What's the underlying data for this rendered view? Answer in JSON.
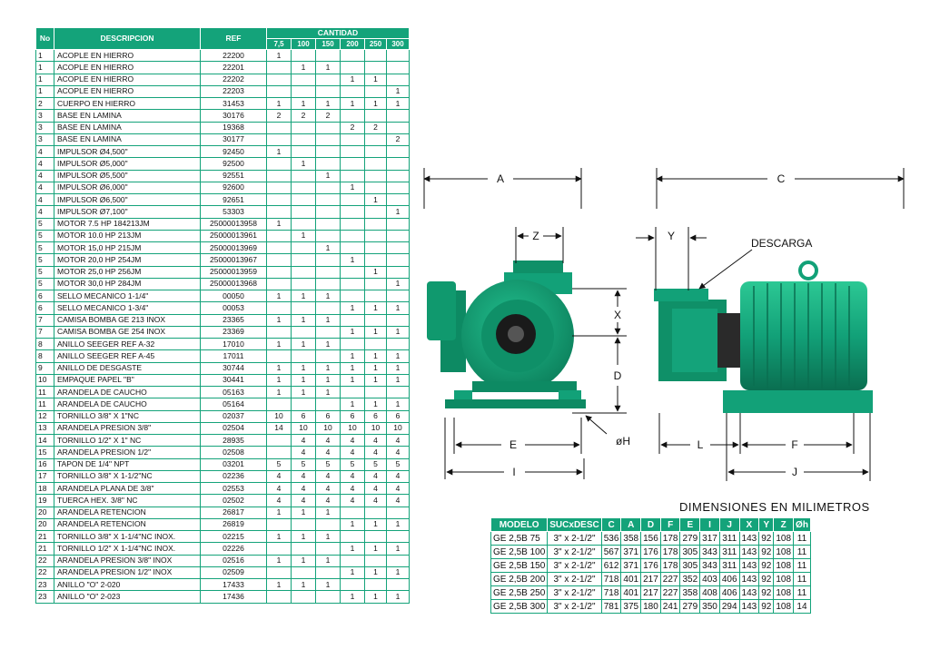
{
  "parts_table": {
    "headers": {
      "no": "No",
      "descripcion": "DESCRIPCION",
      "ref": "REF",
      "cantidad": "CANTIDAD",
      "sizes": [
        "7,5",
        "100",
        "150",
        "200",
        "250",
        "300"
      ]
    },
    "rows": [
      {
        "no": "1",
        "desc": "ACOPLE EN HIERRO",
        "ref": "22200",
        "q": [
          "1",
          "",
          "",
          "",
          "",
          ""
        ]
      },
      {
        "no": "1",
        "desc": "ACOPLE EN HIERRO",
        "ref": "22201",
        "q": [
          "",
          "1",
          "1",
          "",
          "",
          ""
        ]
      },
      {
        "no": "1",
        "desc": "ACOPLE EN HIERRO",
        "ref": "22202",
        "q": [
          "",
          "",
          "",
          "1",
          "1",
          ""
        ]
      },
      {
        "no": "1",
        "desc": "ACOPLE EN HIERRO",
        "ref": "22203",
        "q": [
          "",
          "",
          "",
          "",
          "",
          "1"
        ]
      },
      {
        "no": "2",
        "desc": "CUERPO EN HIERRO",
        "ref": "31453",
        "q": [
          "1",
          "1",
          "1",
          "1",
          "1",
          "1"
        ]
      },
      {
        "no": "3",
        "desc": "BASE EN LAMINA",
        "ref": "30176",
        "q": [
          "2",
          "2",
          "2",
          "",
          "",
          ""
        ]
      },
      {
        "no": "3",
        "desc": "BASE EN LAMINA",
        "ref": "19368",
        "q": [
          "",
          "",
          "",
          "2",
          "2",
          ""
        ]
      },
      {
        "no": "3",
        "desc": "BASE EN LAMINA",
        "ref": "30177",
        "q": [
          "",
          "",
          "",
          "",
          "",
          "2"
        ]
      },
      {
        "no": "4",
        "desc": "IMPULSOR ø4,500\"",
        "ref": "92450",
        "q": [
          "1",
          "",
          "",
          "",
          "",
          ""
        ]
      },
      {
        "no": "4",
        "desc": "IMPULSOR ø5,000\"",
        "ref": "92500",
        "q": [
          "",
          "1",
          "",
          "",
          "",
          ""
        ]
      },
      {
        "no": "4",
        "desc": "IMPULSOR ø5,500\"",
        "ref": "92551",
        "q": [
          "",
          "",
          "1",
          "",
          "",
          ""
        ]
      },
      {
        "no": "4",
        "desc": "IMPULSOR ø6,000\"",
        "ref": "92600",
        "q": [
          "",
          "",
          "",
          "1",
          "",
          ""
        ]
      },
      {
        "no": "4",
        "desc": "IMPULSOR ø6,500\"",
        "ref": "92651",
        "q": [
          "",
          "",
          "",
          "",
          "1",
          ""
        ]
      },
      {
        "no": "4",
        "desc": "IMPULSOR ø7,100\"",
        "ref": "53303",
        "q": [
          "",
          "",
          "",
          "",
          "",
          "1"
        ]
      },
      {
        "no": "5",
        "desc": "MOTOR 7.5 HP 184213JM",
        "ref": "25000013958",
        "q": [
          "1",
          "",
          "",
          "",
          "",
          ""
        ]
      },
      {
        "no": "5",
        "desc": "MOTOR 10.0 HP 213JM",
        "ref": "25000013961",
        "q": [
          "",
          "1",
          "",
          "",
          "",
          ""
        ]
      },
      {
        "no": "5",
        "desc": "MOTOR 15,0 HP 215JM",
        "ref": "25000013969",
        "q": [
          "",
          "",
          "1",
          "",
          "",
          ""
        ]
      },
      {
        "no": "5",
        "desc": "MOTOR 20,0 HP 254JM",
        "ref": "25000013967",
        "q": [
          "",
          "",
          "",
          "1",
          "",
          ""
        ]
      },
      {
        "no": "5",
        "desc": "MOTOR 25,0 HP 256JM",
        "ref": "25000013959",
        "q": [
          "",
          "",
          "",
          "",
          "1",
          ""
        ]
      },
      {
        "no": "5",
        "desc": "MOTOR 30,0 HP 284JM",
        "ref": "25000013968",
        "q": [
          "",
          "",
          "",
          "",
          "",
          "1"
        ]
      },
      {
        "no": "6",
        "desc": "SELLO MECANICO 1-1/4\"",
        "ref": "00050",
        "q": [
          "1",
          "1",
          "1",
          "",
          "",
          ""
        ]
      },
      {
        "no": "6",
        "desc": "SELLO MECANICO 1-3/4\"",
        "ref": "00053",
        "q": [
          "",
          "",
          "",
          "1",
          "1",
          "1"
        ]
      },
      {
        "no": "7",
        "desc": "CAMISA BOMBA GE 213 INOX",
        "ref": "23365",
        "q": [
          "1",
          "1",
          "1",
          "",
          "",
          ""
        ]
      },
      {
        "no": "7",
        "desc": "CAMISA BOMBA GE 254 INOX",
        "ref": "23369",
        "q": [
          "",
          "",
          "",
          "1",
          "1",
          "1"
        ]
      },
      {
        "no": "8",
        "desc": "ANILLO SEEGER REF A-32",
        "ref": "17010",
        "q": [
          "1",
          "1",
          "1",
          "",
          "",
          ""
        ]
      },
      {
        "no": "8",
        "desc": "ANILLO SEEGER REF A-45",
        "ref": "17011",
        "q": [
          "",
          "",
          "",
          "1",
          "1",
          "1"
        ]
      },
      {
        "no": "9",
        "desc": "ANILLO DE DESGASTE",
        "ref": "30744",
        "q": [
          "1",
          "1",
          "1",
          "1",
          "1",
          "1"
        ]
      },
      {
        "no": "10",
        "desc": "EMPAQUE PAPEL \"B\"",
        "ref": "30441",
        "q": [
          "1",
          "1",
          "1",
          "1",
          "1",
          "1"
        ]
      },
      {
        "no": "11",
        "desc": "ARANDELA DE CAUCHO",
        "ref": "05163",
        "q": [
          "1",
          "1",
          "1",
          "",
          "",
          ""
        ]
      },
      {
        "no": "11",
        "desc": "ARANDELA DE CAUCHO",
        "ref": "05164",
        "q": [
          "",
          "",
          "",
          "1",
          "1",
          "1"
        ]
      },
      {
        "no": "12",
        "desc": "TORNILLO 3/8\" x 1\"NC",
        "ref": "02037",
        "q": [
          "10",
          "6",
          "6",
          "6",
          "6",
          "6"
        ]
      },
      {
        "no": "13",
        "desc": "ARANDELA PRESION 3/8\"",
        "ref": "02504",
        "q": [
          "14",
          "10",
          "10",
          "10",
          "10",
          "10"
        ]
      },
      {
        "no": "14",
        "desc": "TORNILLO 1/2\" x 1\" NC",
        "ref": "28935",
        "q": [
          "",
          "4",
          "4",
          "4",
          "4",
          "4"
        ]
      },
      {
        "no": "15",
        "desc": "ARANDELA PRESION 1/2\"",
        "ref": "02508",
        "q": [
          "",
          "4",
          "4",
          "4",
          "4",
          "4"
        ]
      },
      {
        "no": "16",
        "desc": "TAPON DE 1/4\" NPT",
        "ref": "03201",
        "q": [
          "5",
          "5",
          "5",
          "5",
          "5",
          "5"
        ]
      },
      {
        "no": "17",
        "desc": "TORNILLO 3/8\" x 1-1/2\"NC",
        "ref": "02236",
        "q": [
          "4",
          "4",
          "4",
          "4",
          "4",
          "4"
        ]
      },
      {
        "no": "18",
        "desc": "ARANDELA PLANA DE 3/8\"",
        "ref": "02553",
        "q": [
          "4",
          "4",
          "4",
          "4",
          "4",
          "4"
        ]
      },
      {
        "no": "19",
        "desc": "TUERCA HEX. 3/8\" NC",
        "ref": "02502",
        "q": [
          "4",
          "4",
          "4",
          "4",
          "4",
          "4"
        ]
      },
      {
        "no": "20",
        "desc": "ARANDELA RETENCION",
        "ref": "26817",
        "q": [
          "1",
          "1",
          "1",
          "",
          "",
          ""
        ]
      },
      {
        "no": "20",
        "desc": "ARANDELA RETENCION",
        "ref": "26819",
        "q": [
          "",
          "",
          "",
          "1",
          "1",
          "1"
        ]
      },
      {
        "no": "21",
        "desc": "TORNILLO 3/8\" x 1-1/4\"NC INOX.",
        "ref": "02215",
        "q": [
          "1",
          "1",
          "1",
          "",
          "",
          ""
        ]
      },
      {
        "no": "21",
        "desc": "TORNILLO 1/2\" x 1-1/4\"NC INOX.",
        "ref": "02226",
        "q": [
          "",
          "",
          "",
          "1",
          "1",
          "1"
        ]
      },
      {
        "no": "22",
        "desc": "ARANDELA PRESION 3/8\" INOX",
        "ref": "02516",
        "q": [
          "1",
          "1",
          "1",
          "",
          "",
          ""
        ]
      },
      {
        "no": "22",
        "desc": "ARANDELA PRESION 1/2\" INOX",
        "ref": "02509",
        "q": [
          "",
          "",
          "",
          "1",
          "1",
          "1"
        ]
      },
      {
        "no": "23",
        "desc": "ANILLO \"O\" 2-020",
        "ref": "17433",
        "q": [
          "1",
          "1",
          "1",
          "",
          "",
          ""
        ]
      },
      {
        "no": "23",
        "desc": "ANILLO \"O\" 2-023",
        "ref": "17436",
        "q": [
          "",
          "",
          "",
          "1",
          "1",
          "1"
        ]
      }
    ]
  },
  "drawing": {
    "labels": {
      "A": "A",
      "C": "C",
      "Z": "Z",
      "Y": "Y",
      "X": "X",
      "D": "D",
      "E": "E",
      "I": "I",
      "L": "L",
      "F": "F",
      "J": "J",
      "H": "øH",
      "descarga": "DESCARGA"
    },
    "colors": {
      "pump_green": "#12a178",
      "pump_dark": "#0a6e50",
      "dim_line": "#111111"
    }
  },
  "dims_table": {
    "title": "DIMENSIONES EN MILIMETROS",
    "headers": [
      "MODELO",
      "SUCxDESC",
      "C",
      "A",
      "D",
      "F",
      "E",
      "I",
      "J",
      "X",
      "Y",
      "Z",
      "Øh"
    ],
    "rows": [
      [
        "GE 2,5B 75",
        "3\" x 2-1/2\"",
        "536",
        "358",
        "156",
        "178",
        "279",
        "317",
        "311",
        "143",
        "92",
        "108",
        "11"
      ],
      [
        "GE 2,5B 100",
        "3\" x 2-1/2\"",
        "567",
        "371",
        "176",
        "178",
        "305",
        "343",
        "311",
        "143",
        "92",
        "108",
        "11"
      ],
      [
        "GE 2,5B 150",
        "3\" x 2-1/2\"",
        "612",
        "371",
        "176",
        "178",
        "305",
        "343",
        "311",
        "143",
        "92",
        "108",
        "11"
      ],
      [
        "GE 2,5B 200",
        "3\" x 2-1/2\"",
        "718",
        "401",
        "217",
        "227",
        "352",
        "403",
        "406",
        "143",
        "92",
        "108",
        "11"
      ],
      [
        "GE 2,5B 250",
        "3\" x 2-1/2\"",
        "718",
        "401",
        "217",
        "227",
        "358",
        "408",
        "406",
        "143",
        "92",
        "108",
        "11"
      ],
      [
        "GE 2,5B 300",
        "3\" x 2-1/2\"",
        "781",
        "375",
        "180",
        "241",
        "279",
        "350",
        "294",
        "143",
        "92",
        "108",
        "14"
      ]
    ]
  }
}
